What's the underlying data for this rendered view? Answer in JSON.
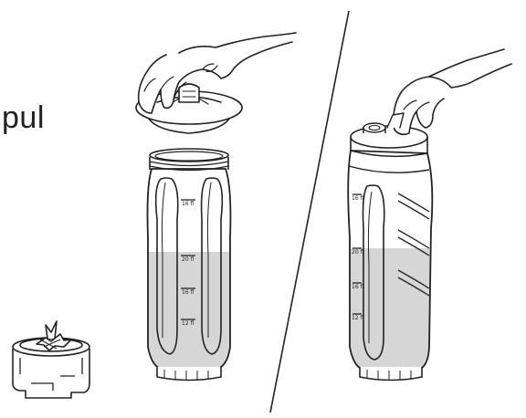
{
  "caption_fragment": "pul",
  "colors": {
    "line": "#222222",
    "liquid": "#d6d6d6",
    "background": "#ffffff"
  },
  "left_bottle": {
    "markings": [
      "16 fl",
      "20 fl",
      "16 fl",
      "12 fl"
    ]
  },
  "right_bottle": {
    "markings": [
      "16 fl",
      "20 fl",
      "16 fl",
      "12 fl"
    ]
  }
}
